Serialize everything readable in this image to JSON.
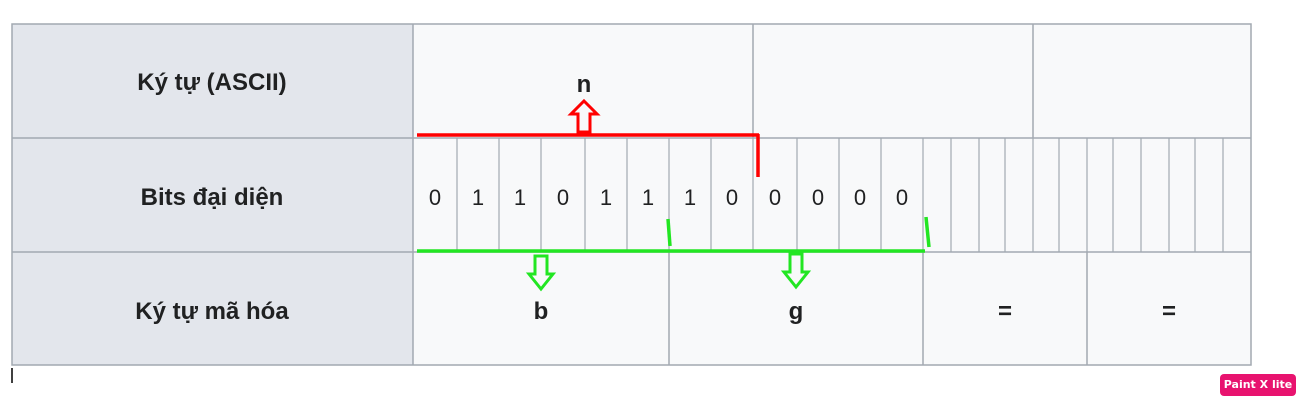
{
  "rows": {
    "ascii_header": "Ký tự (ASCII)",
    "bits_header": "Bits đại diện",
    "encoded_header": "Ký tự mã hóa"
  },
  "ascii_chars": [
    "n"
  ],
  "bits": [
    "0",
    "1",
    "1",
    "0",
    "1",
    "1",
    "1",
    "0",
    "0",
    "0",
    "0",
    "0"
  ],
  "encoded_chars": [
    "b",
    "g",
    "=",
    "="
  ],
  "watermark": "Paint X lite",
  "colors": {
    "header_bg": "#e3e6ec",
    "cell_bg": "#f8f9fa",
    "border": "#a2a9b1",
    "red_marker": "#ff0000",
    "green_marker": "#22e622"
  }
}
